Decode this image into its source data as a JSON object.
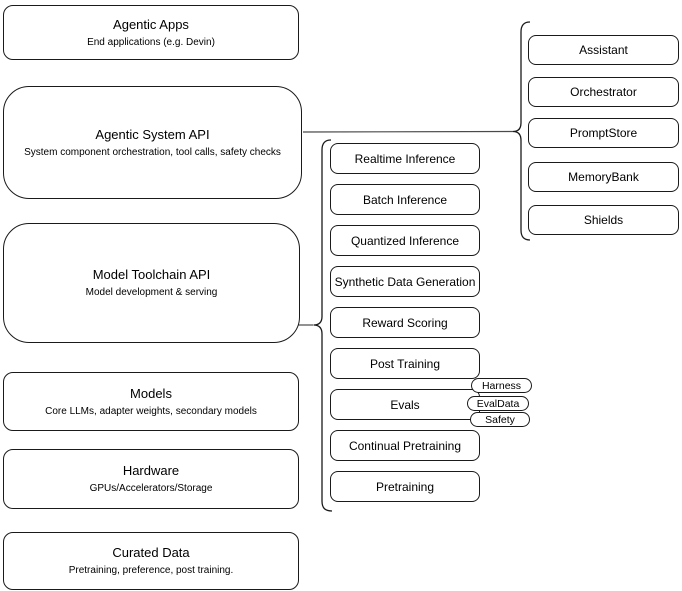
{
  "diagram": {
    "stack": [
      {
        "title": "Agentic Apps",
        "subtitle": "End applications (e.g. Devin)"
      },
      {
        "title": "Agentic System API",
        "subtitle": "System component orchestration, tool calls, safety checks"
      },
      {
        "title": "Model Toolchain API",
        "subtitle": "Model development & serving"
      },
      {
        "title": "Models",
        "subtitle": "Core LLMs, adapter weights, secondary models"
      },
      {
        "title": "Hardware",
        "subtitle": "GPUs/Accelerators/Storage"
      },
      {
        "title": "Curated Data",
        "subtitle": "Pretraining, preference, post training."
      }
    ],
    "toolchain": {
      "items": [
        "Realtime Inference",
        "Batch Inference",
        "Quantized Inference",
        "Synthetic Data Generation",
        "Reward Scoring",
        "Post Training",
        "Evals",
        "Continual Pretraining",
        "Pretraining"
      ],
      "evals_tags": [
        "Harness",
        "EvalData",
        "Safety"
      ]
    },
    "components": [
      "Assistant",
      "Orchestrator",
      "PromptStore",
      "MemoryBank",
      "Shields"
    ],
    "colors": {
      "stroke": "#1a1a1a",
      "connector": "#4a4a4a",
      "background": "#ffffff"
    }
  }
}
